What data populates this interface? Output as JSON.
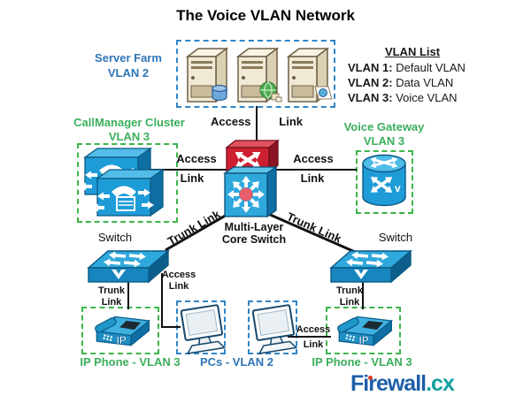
{
  "title": "The Voice VLAN Network",
  "vlan_list": {
    "heading": "VLAN List",
    "items": [
      {
        "id": "VLAN 1:",
        "desc": "Default VLAN"
      },
      {
        "id": "VLAN 2:",
        "desc": "Data VLAN"
      },
      {
        "id": "VLAN 3:",
        "desc": "Voice VLAN"
      }
    ]
  },
  "groups": {
    "server_farm": {
      "title": "Server Farm",
      "vlan": "VLAN 2"
    },
    "callmanager_cluster": {
      "title": "CallManager Cluster",
      "vlan": "VLAN 3"
    },
    "voice_gateway": {
      "title": "Voice Gateway",
      "vlan": "VLAN 3"
    },
    "ip_phone_left": {
      "caption": "IP Phone - VLAN 3"
    },
    "pcs": {
      "caption": "PCs - VLAN 2"
    },
    "ip_phone_right": {
      "caption": "IP Phone - VLAN 3"
    }
  },
  "nodes": {
    "core_switch_line1": "Multi-Layer",
    "core_switch_line2": "Core Switch",
    "switch_left": "Switch",
    "switch_right": "Switch"
  },
  "links": {
    "access": "Access",
    "link": "Link",
    "trunk": "Trunk",
    "trunk_link": "Trunk Link"
  },
  "logo": {
    "brand": "Firewall",
    "tld": ".cx"
  },
  "icons": [
    "server-icon",
    "content-switch-icon",
    "multilayer-switch-icon",
    "callmanager-icon",
    "voice-gateway-icon",
    "workgroup-switch-icon",
    "ip-phone-icon",
    "pc-icon"
  ],
  "colors": {
    "label_blue": "#2E75B6",
    "label_green": "#3BAE5C",
    "box_blue": "#2E86C8",
    "box_green": "#3CB54A",
    "device_blue": "#2FA8DC",
    "device_red": "#CE2030",
    "logo_blue": "#1D5FA8",
    "logo_teal": "#15A0A0",
    "logo_dot_red": "#D93B2B"
  }
}
